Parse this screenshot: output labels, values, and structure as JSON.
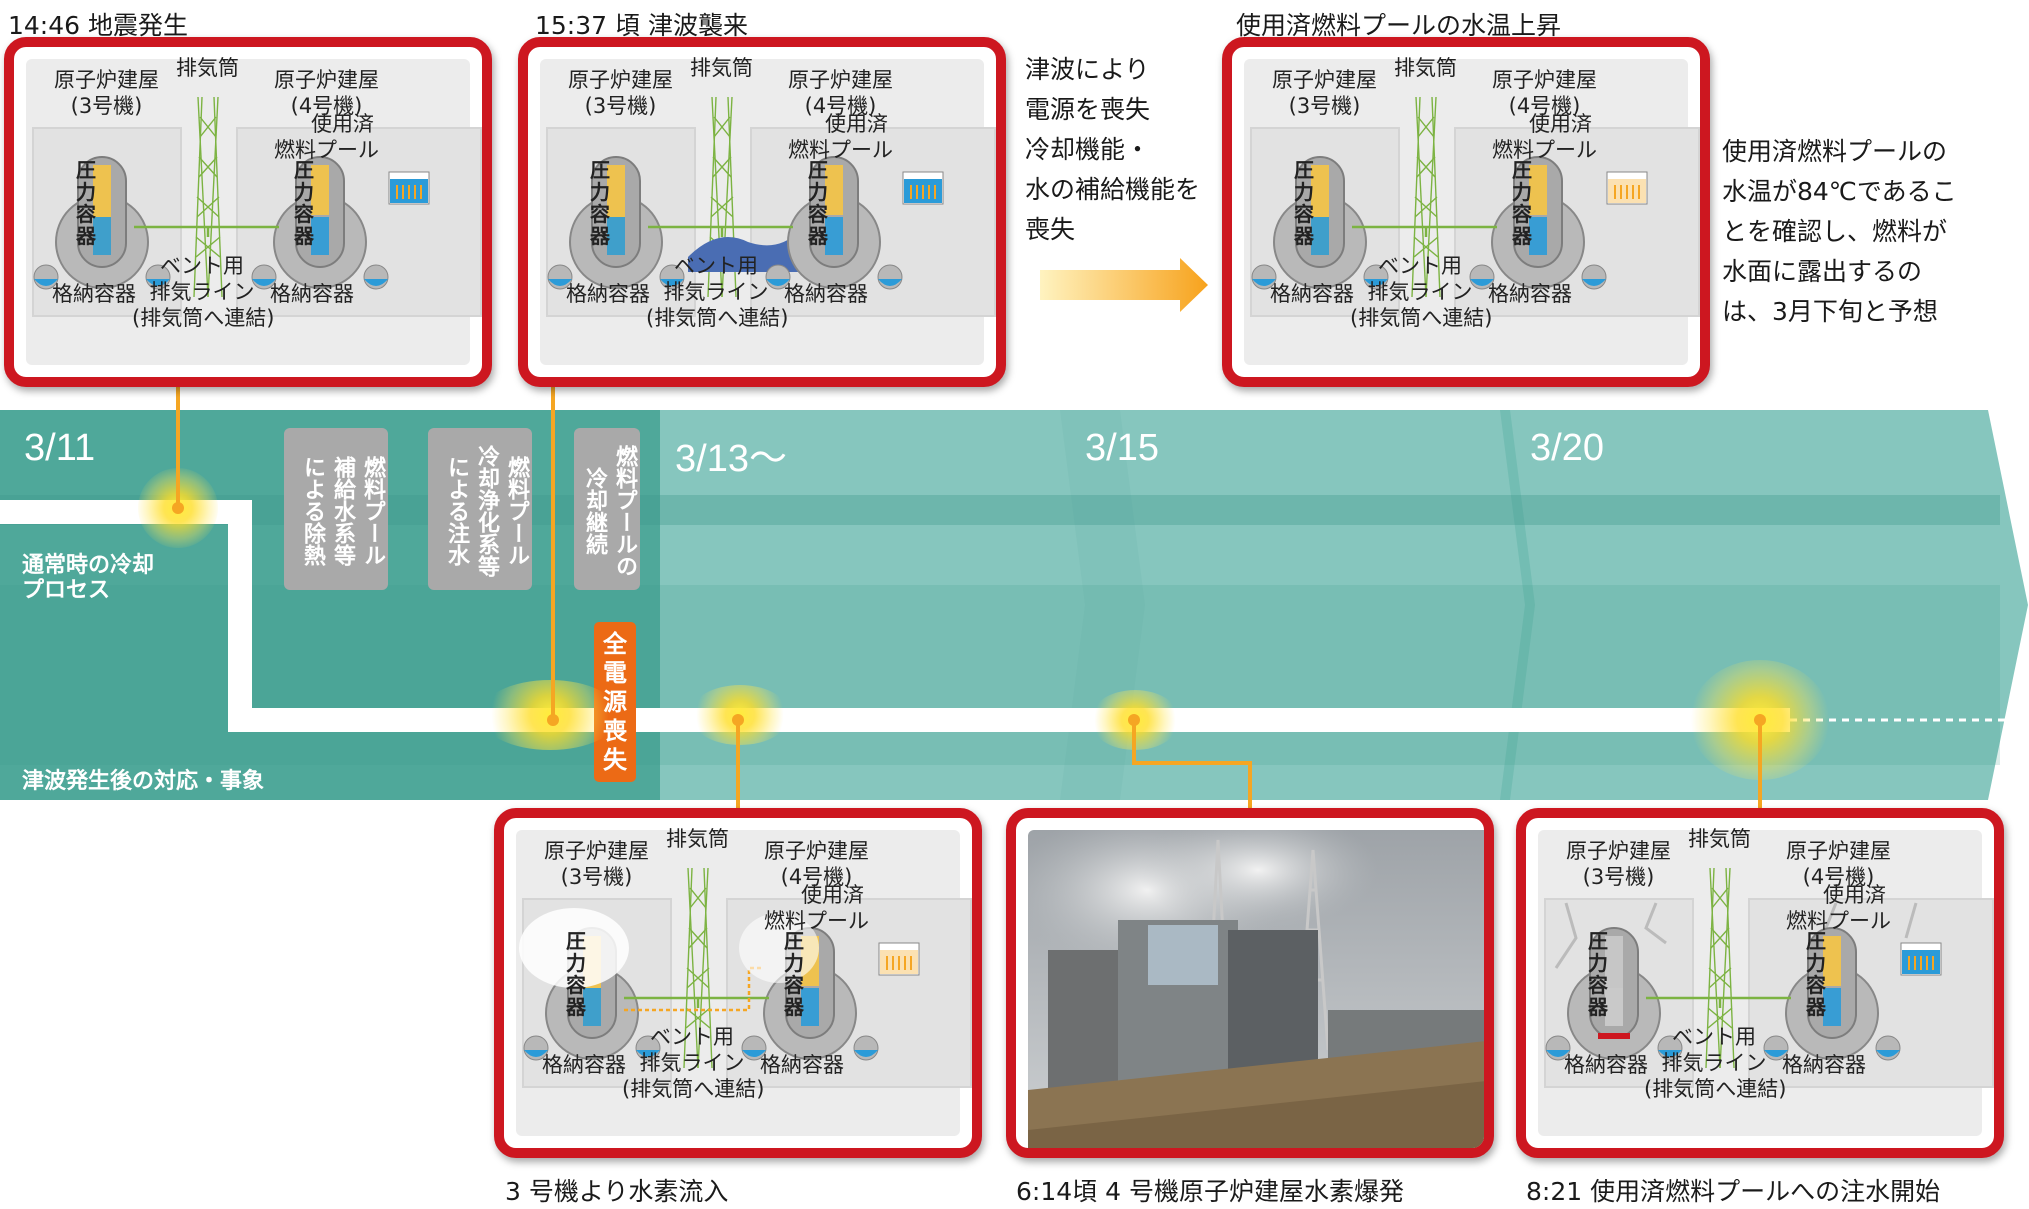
{
  "top_captions": {
    "quake": "14:46  地震発生",
    "tsunami": "15:37 頃   津波襲来",
    "pool_temp": "使用済燃料プールの水温上昇"
  },
  "bottom_captions": {
    "hydrogen": "3 号機より水素流入",
    "explosion": "6:14頃   4 号機原子炉建屋水素爆発",
    "injection": "8:21 使用済燃料プールへの注水開始"
  },
  "notes": {
    "tsunami_effects": [
      "津波により",
      "電源を喪失",
      "冷却機能・",
      "水の補給機能を",
      "喪失"
    ],
    "pool_outlook": [
      "使用済燃料プールの",
      "水温が84℃であるこ",
      "とを確認し、燃料が",
      "水面に露出するの",
      "は、3月下旬と予想"
    ]
  },
  "panel_labels": {
    "bldg3": [
      "原子炉建屋",
      "(3号機)"
    ],
    "bldg4": [
      "原子炉建屋",
      "(4号機)"
    ],
    "stack": "排気筒",
    "pool": [
      "使用済",
      "燃料プール"
    ],
    "vessel": [
      "圧",
      "力",
      "容",
      "器"
    ],
    "containment": "格納容器",
    "vent": [
      "ベント用",
      "排気ライン",
      "(排気筒へ連結)"
    ]
  },
  "timeline": {
    "dates": [
      "3/11",
      "3/13〜",
      "3/15",
      "3/20"
    ],
    "normal_process": [
      "通常時の冷却",
      "プロセス"
    ],
    "after_tsunami": "津波発生後の対応・事象",
    "cooling_methods": [
      [
        "燃料プール",
        "補給水系等",
        "による除熱"
      ],
      [
        "燃料プール",
        "冷却浄化系等",
        "による注水"
      ],
      [
        "燃料プールの",
        "冷却継続"
      ]
    ],
    "power_loss": [
      "全",
      "電",
      "源",
      "喪",
      "失"
    ]
  },
  "colors": {
    "panel_border": "#cd1720",
    "band_dark": "#4fa89a",
    "band_light": "#87c8c0",
    "power_loss": "#ec6a15",
    "connector": "#f5a623"
  }
}
